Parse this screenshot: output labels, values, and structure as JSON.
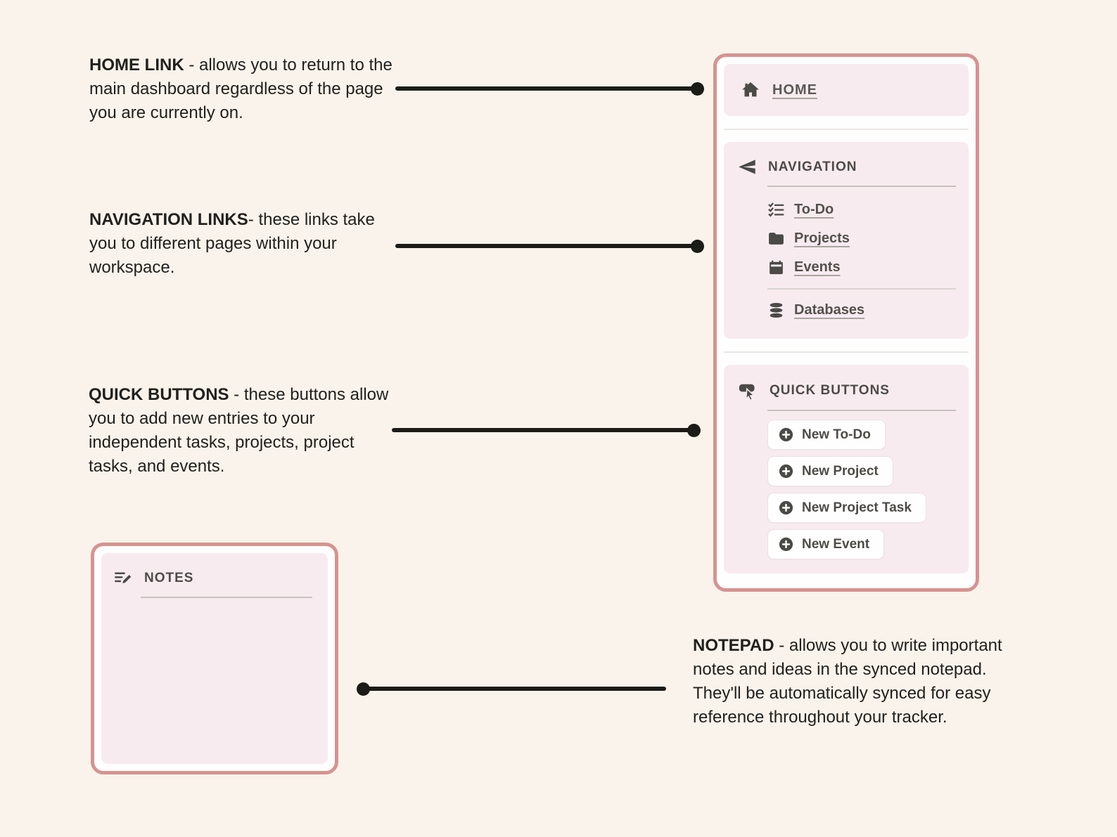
{
  "colors": {
    "background": "#FAF3EB",
    "panel_border": "#D69390",
    "panel_fill": "#F8EBF0",
    "panel_white": "#FEFEFE",
    "connector": "#1B1B18",
    "text_ink": "#21201E",
    "icon_ink": "#4A4A47"
  },
  "annotations": [
    {
      "lead": "HOME LINK",
      "sep": " -  ",
      "body": "allows you to return to the main dashboard regardless of the page you are currently on."
    },
    {
      "lead": "NAVIGATION LINKS",
      "sep": "- ",
      "body": "these links take you to different pages within your workspace."
    },
    {
      "lead": "QUICK BUTTONS",
      "sep": " - ",
      "body": "these buttons allow you to add new entries to your independent tasks, projects, project tasks, and events."
    },
    {
      "lead": "NOTEPAD",
      "sep": " - ",
      "body": "allows you to write important notes and ideas in the synced notepad. They'll be automatically synced for easy reference throughout your tracker."
    }
  ],
  "sidebar": {
    "home": {
      "label": "HOME",
      "icon": "home-icon"
    },
    "navigation": {
      "title": "NAVIGATION",
      "icon": "navigation-arrow-icon",
      "items": [
        {
          "label": "To-Do",
          "icon": "checklist-icon"
        },
        {
          "label": "Projects",
          "icon": "folder-icon"
        },
        {
          "label": "Events",
          "icon": "calendar-icon"
        },
        {
          "label": "Databases",
          "icon": "database-icon"
        }
      ]
    },
    "quick_buttons": {
      "title": "QUICK BUTTONS",
      "icon": "button-cursor-icon",
      "buttons": [
        {
          "label": "New To-Do",
          "icon": "plus-circle-icon"
        },
        {
          "label": "New Project",
          "icon": "plus-circle-icon"
        },
        {
          "label": "New Project Task",
          "icon": "plus-circle-icon"
        },
        {
          "label": "New Event",
          "icon": "plus-circle-icon"
        }
      ]
    }
  },
  "notes_panel": {
    "title": "NOTES",
    "icon": "notes-edit-icon"
  }
}
